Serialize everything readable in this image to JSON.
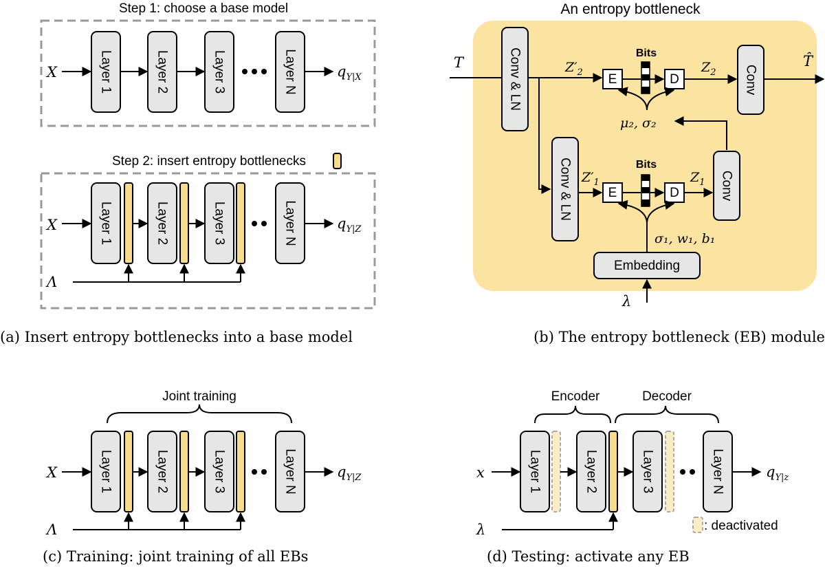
{
  "panel_a": {
    "step1_title": "Step 1: choose a base model",
    "step2_title": "Step 2: insert entropy bottlenecks",
    "input_label": "X",
    "lambda_label": "Λ",
    "layers": [
      "Layer 1",
      "Layer 2",
      "Layer 3",
      "Layer N"
    ],
    "output1_main": "q",
    "output1_sub": "Y|X",
    "output2_main": "q",
    "output2_sub": "Y|Z",
    "caption": "(a) Insert entropy bottlenecks into a base model"
  },
  "panel_b": {
    "title": "An entropy bottleneck",
    "input": "T",
    "output": "T̂",
    "conv_ln_1": "Conv & LN",
    "conv_ln_2": "Conv & LN",
    "conv_1": "Conv",
    "conv_2": "Conv",
    "encoder_letter": "E",
    "decoder_letter": "D",
    "bits_label": "Bits",
    "z2_prime": "Z′",
    "z2_prime_sub": "2",
    "z2": "Z",
    "z2_sub": "2",
    "z1_prime": "Z′",
    "z1_prime_sub": "1",
    "z1": "Z",
    "z1_sub": "1",
    "params_2": "μ₂, σ₂",
    "params_1": "σ₁, w₁, b₁",
    "embedding": "Embedding",
    "lambda": "λ",
    "caption": "(b) The entropy bottleneck (EB) module",
    "background_color": "#fbe3a1"
  },
  "panel_c": {
    "title": "Joint training",
    "input_label": "X",
    "lambda_label": "Λ",
    "layers": [
      "Layer 1",
      "Layer 2",
      "Layer 3",
      "Layer N"
    ],
    "output_main": "q",
    "output_sub": "Y|Z",
    "caption": "(c) Training: joint training of all EBs"
  },
  "panel_d": {
    "encoder_label": "Encoder",
    "decoder_label": "Decoder",
    "input_label": "x",
    "lambda_label": "λ",
    "layers": [
      "Layer 1",
      "Layer 2",
      "Layer 3",
      "Layer N"
    ],
    "output_main": "q",
    "output_sub": "Y|z",
    "legend_text": ": deactivated",
    "caption": "(d) Testing: activate any EB"
  },
  "colors": {
    "layer_fill": "#e6e6e6",
    "eb_fill": "#f7dc8e",
    "eb_deactivated_fill": "#fbedc6",
    "dashed_border": "#999999"
  }
}
